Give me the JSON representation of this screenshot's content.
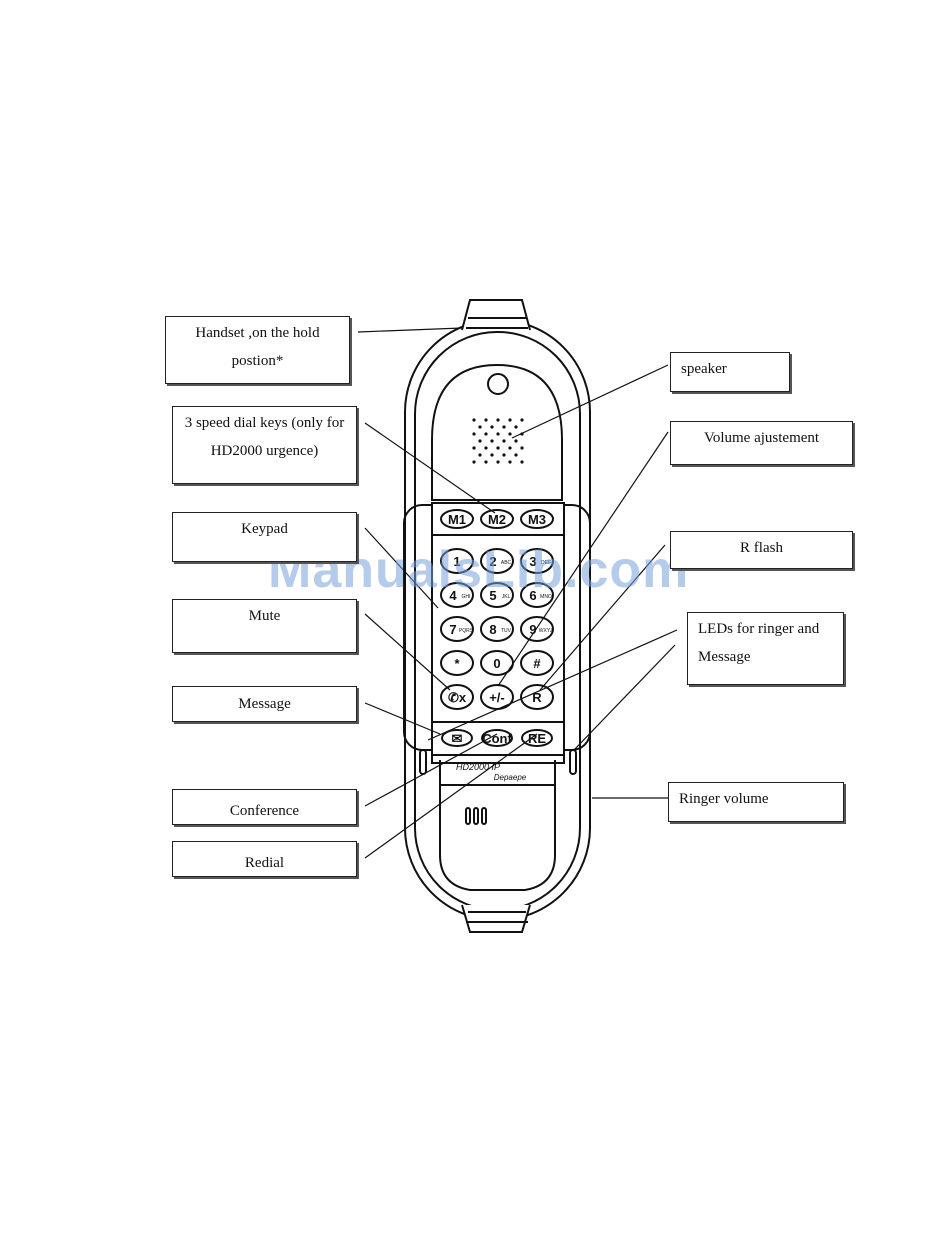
{
  "labels": {
    "handset": "Handset ,on the hold postion*",
    "speaker": "speaker",
    "speed_dial": "3 speed dial keys (only for HD2000 urgence)",
    "volume": "Volume ajustement",
    "keypad": "Keypad",
    "rflash": "R flash",
    "mute": "Mute",
    "leds": "LEDs for ringer and Message",
    "message": "Message",
    "ringer_volume": "Ringer volume",
    "conference": "Conference",
    "redial": "Redial"
  },
  "phone": {
    "speed_keys": [
      "M1",
      "M2",
      "M3"
    ],
    "keys": [
      {
        "main": "1",
        "sub": ""
      },
      {
        "main": "2",
        "sub": "ABC"
      },
      {
        "main": "3",
        "sub": "DEF"
      },
      {
        "main": "4",
        "sub": "GHI"
      },
      {
        "main": "5",
        "sub": "JKL"
      },
      {
        "main": "6",
        "sub": "MNO"
      },
      {
        "main": "7",
        "sub": "PQRS"
      },
      {
        "main": "8",
        "sub": "TUV"
      },
      {
        "main": "9",
        "sub": "WXYZ"
      },
      {
        "main": "*",
        "sub": ""
      },
      {
        "main": "0",
        "sub": ""
      },
      {
        "main": "#",
        "sub": ""
      },
      {
        "main": "✆x",
        "sub": ""
      },
      {
        "main": "+/-",
        "sub": ""
      },
      {
        "main": "R",
        "sub": ""
      }
    ],
    "function_keys": [
      "✉",
      "Conf",
      "RE"
    ],
    "model": "HD2000 IP",
    "brand": "Depaepe"
  },
  "watermark": "ManualsLib.com"
}
